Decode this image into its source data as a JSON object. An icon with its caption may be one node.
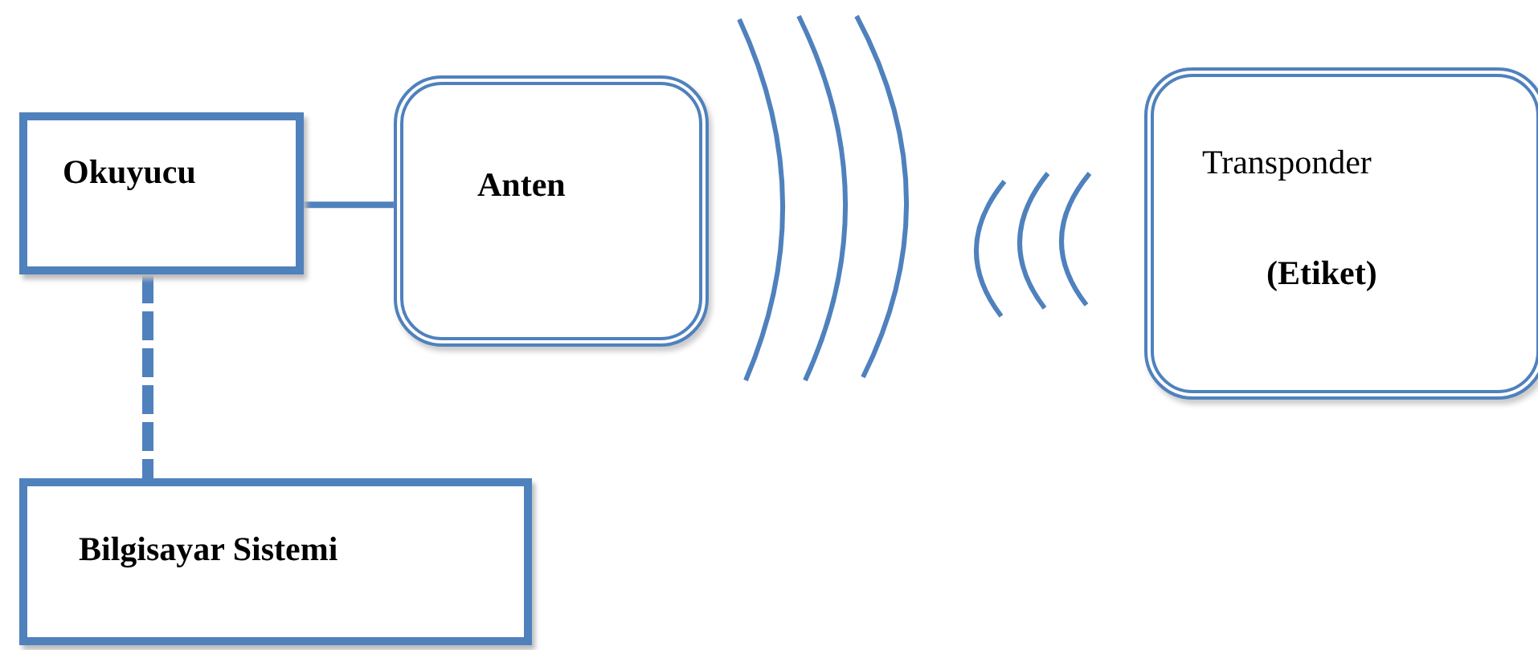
{
  "diagram": {
    "nodes": [
      {
        "text": [
          "Okuyucu"
        ]
      },
      {
        "text": [
          "Anten"
        ]
      },
      {
        "text": [
          "Bilgisayar Sistemi"
        ]
      },
      {
        "text": [
          "Transponder",
          "(Etiket)"
        ]
      }
    ],
    "edges": [
      {
        "from": 0,
        "to": 1,
        "arrow": "none"
      },
      {
        "from": 0,
        "to": 2,
        "arrow": "none",
        "style": "dashed"
      }
    ]
  }
}
